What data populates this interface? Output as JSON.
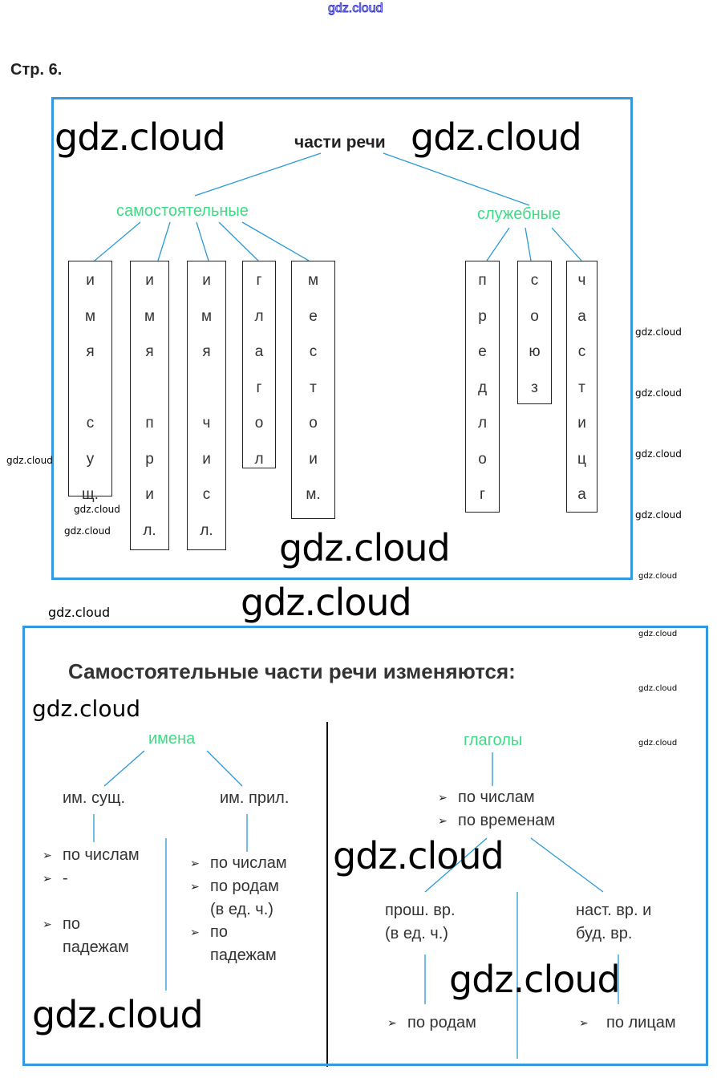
{
  "header": {
    "site": "gdz.cloud",
    "page_label": "Стр. 6."
  },
  "diagram1": {
    "root": "части речи",
    "groups": [
      "самостоятельные",
      "служебные"
    ],
    "columns": [
      [
        "и",
        "м",
        "я",
        "",
        "с",
        "у",
        "щ."
      ],
      [
        "и",
        "м",
        "я",
        "",
        "п",
        "р",
        "и",
        "л."
      ],
      [
        "и",
        "м",
        "я",
        "",
        "ч",
        "и",
        "с",
        "л."
      ],
      [
        "г",
        "л",
        "а",
        "г",
        "о",
        "л"
      ],
      [
        "м",
        "е",
        "с",
        "т",
        "о",
        "и",
        "м."
      ],
      [
        "п",
        "р",
        "е",
        "д",
        "л",
        "о",
        "г"
      ],
      [
        "с",
        "о",
        "ю",
        "з"
      ],
      [
        "ч",
        "а",
        "с",
        "т",
        "и",
        "ц",
        "а"
      ]
    ]
  },
  "diagram2": {
    "title": "Самостоятельные части речи изменяются:",
    "names": {
      "label": "имена",
      "noun": "им. сущ.",
      "adj": "им. прил.",
      "noun_items": [
        "по числам",
        "-",
        "по",
        "падежам"
      ],
      "adj_items": [
        "по числам",
        "по родам",
        "(в ед. ч.)",
        "по",
        "падежам"
      ]
    },
    "verbs": {
      "label": "глаголы",
      "items": [
        "по числам",
        "по временам"
      ],
      "past": [
        "прош. вр.",
        "(в ед. ч.)"
      ],
      "present": [
        "наст. вр. и",
        "буд. вр."
      ],
      "past_item": "по родам",
      "present_item": "по лицам"
    }
  },
  "watermark": "gdz.cloud",
  "colors": {
    "frame": "#3399e0",
    "green": "#3ddc84",
    "line": "#2a9ad8"
  }
}
